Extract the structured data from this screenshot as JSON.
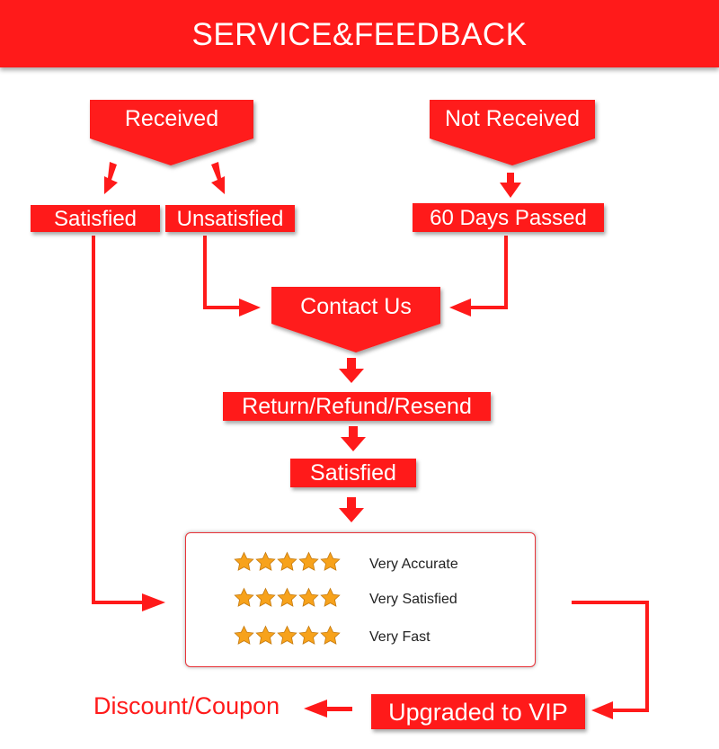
{
  "header": {
    "title": "SERVICE&FEEDBACK"
  },
  "nodes": {
    "received": "Received",
    "not_received": "Not Received",
    "satisfied_left": "Satisfied",
    "unsatisfied": "Unsatisfied",
    "sixty_days": "60 Days Passed",
    "contact_us": "Contact Us",
    "return_refund": "Return/Refund/Resend",
    "satisfied_center": "Satisfied",
    "vip": "Upgraded to VIP",
    "discount": "Discount/Coupon"
  },
  "ratings": [
    {
      "text": "Very Accurate",
      "stars": 5
    },
    {
      "text": "Very Satisfied",
      "stars": 5
    },
    {
      "text": "Very Fast",
      "stars": 5
    }
  ],
  "icons": {
    "star": "star-icon",
    "arrow": "arrow-icon"
  },
  "colors": {
    "accent": "#ff1a1a",
    "star_gold": "#f7a21b",
    "text_dark": "#222222"
  }
}
